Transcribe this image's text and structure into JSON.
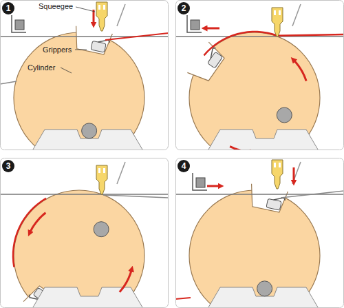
{
  "diagram": {
    "labels": [
      "1",
      "Squeegee",
      "Grippers",
      "Cylinder",
      "2",
      "3",
      "4"
    ]
  }
}
